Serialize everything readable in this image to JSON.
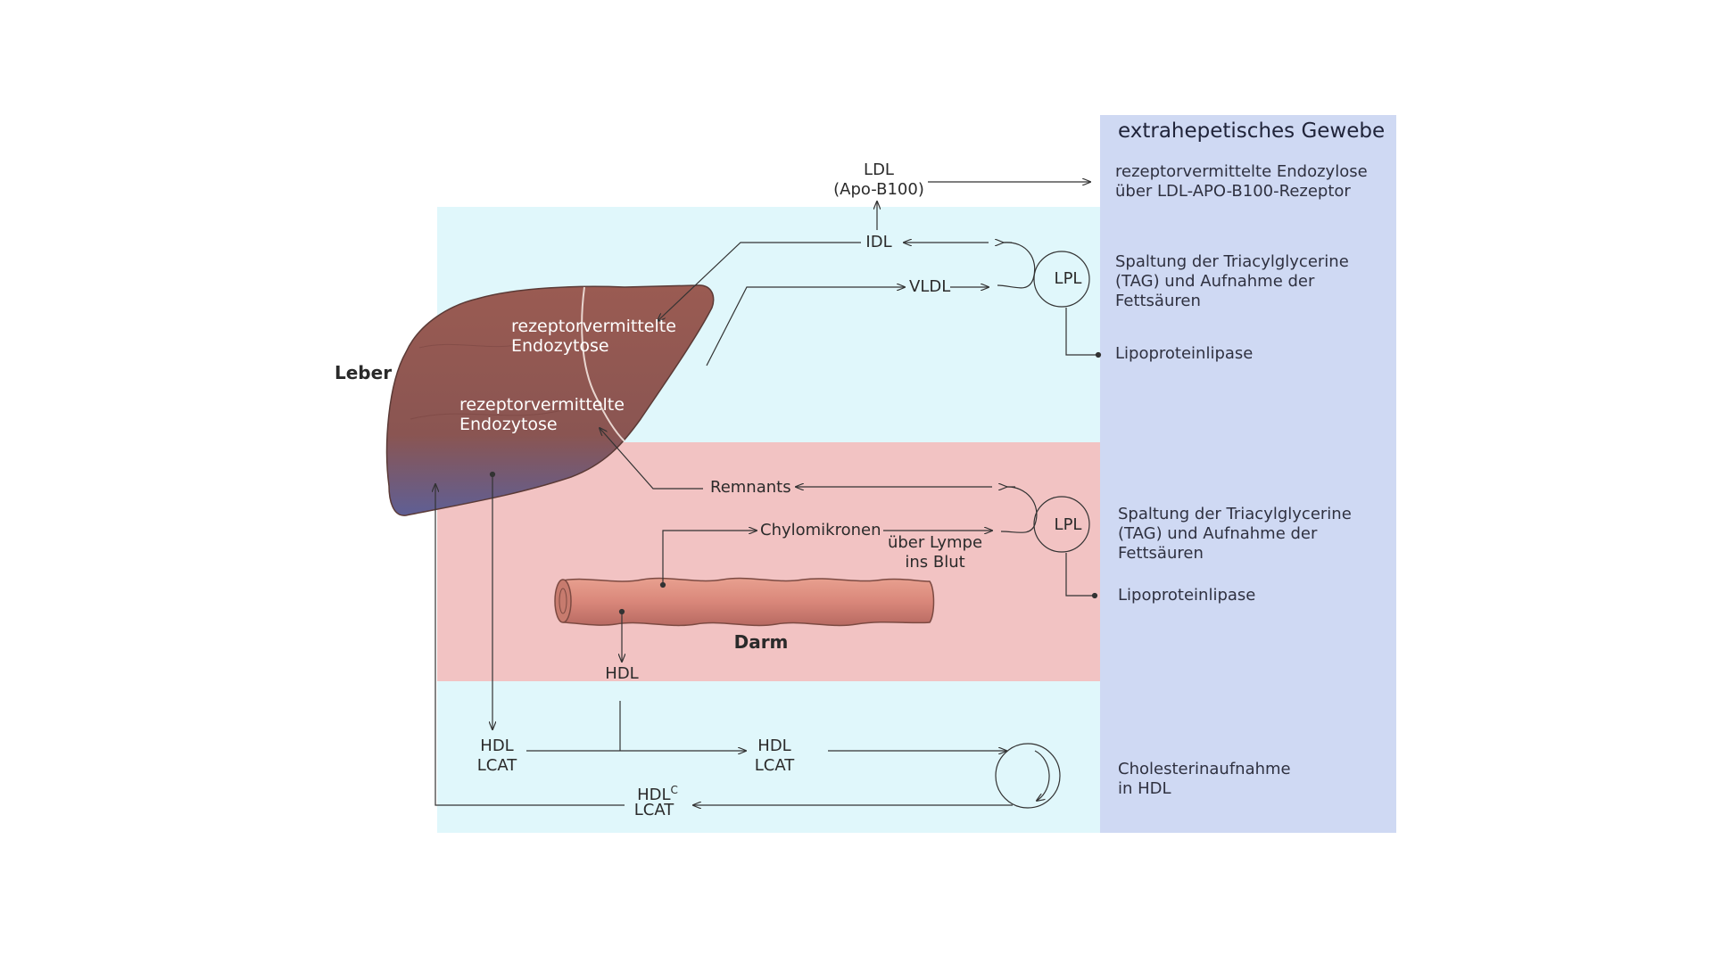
{
  "header": {
    "title": "extrahepetisches Gewebe"
  },
  "organs": {
    "liver": "Leber",
    "intestine": "Darm"
  },
  "liver_labels": {
    "upper": "rezeptorvermittelte Endozytose",
    "lower": "rezeptorvermittelte Endozytose"
  },
  "lipoproteins": {
    "ldl": "LDL",
    "ldl_apo": "(Apo-B100)",
    "idl": "IDL",
    "vldl": "VLDL",
    "remnants": "Remnants",
    "chylomicrons": "Chylomikronen",
    "lymph_1": "über Lympe",
    "lymph_2": "ins Blut",
    "hdl_gut": "HDL",
    "hdl_left": "HDL",
    "lcat_left": "LCAT",
    "hdl_mid": "HDL",
    "lcat_mid": "LCAT",
    "hdl_c": "HDL",
    "hdl_c_sup": "C",
    "lcat_c": "LCAT"
  },
  "enzymes": {
    "lpl_top": "LPL",
    "lpl_mid": "LPL"
  },
  "notes": {
    "ldl_uptake_1": "rezeptorvermittelte Endozylose",
    "ldl_uptake_2": "über LDL-APO-B100-Rezeptor",
    "tag_top_1": "Spaltung der Triacylglycerine",
    "tag_top_2": "(TAG) und Aufnahme der",
    "tag_top_3": "Fettsäuren",
    "lipase_top": "Lipoproteinlipase",
    "tag_mid_1": "Spaltung der Triacylglycerine",
    "tag_mid_2": "(TAG) und Aufnahme der",
    "tag_mid_3": "Fettsäuren",
    "lipase_mid": "Lipoproteinlipase",
    "chol_1": "Cholesterinaufnahme",
    "chol_2": "in HDL"
  },
  "colors": {
    "panel_light_blue": "#e0f7fb",
    "panel_pink": "#f2c3c3",
    "panel_lavender": "#cfd9f3",
    "liver": "#8e5650",
    "intestine": "#d98b7e"
  }
}
